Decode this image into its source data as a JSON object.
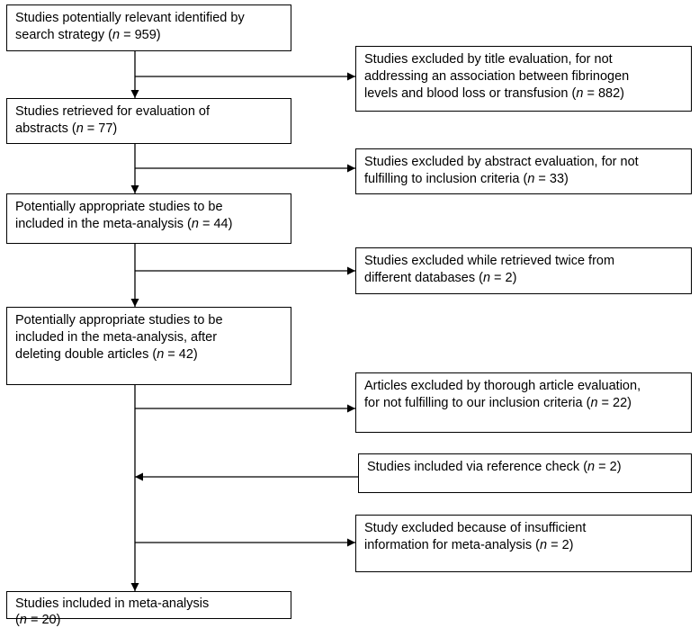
{
  "boxes": [
    {
      "id": "search",
      "lines": [
        [
          "Studies potentially relevant identified by"
        ],
        [
          "search strategy (",
          {
            "i": "n"
          },
          " = 959)"
        ]
      ]
    },
    {
      "id": "excl-title",
      "lines": [
        [
          "Studies excluded by title evaluation, for not"
        ],
        [
          "addressing an association between fibrinogen"
        ],
        [
          "levels and blood loss or transfusion (",
          {
            "i": "n"
          },
          " = 882)"
        ]
      ]
    },
    {
      "id": "retrieved",
      "lines": [
        [
          "Studies retrieved for evaluation of"
        ],
        [
          "abstracts (",
          {
            "i": "n"
          },
          " = 77)"
        ]
      ]
    },
    {
      "id": "excl-abstract",
      "lines": [
        [
          "Studies excluded by abstract evaluation, for not"
        ],
        [
          "fulfilling to inclusion criteria (",
          {
            "i": "n"
          },
          " = 33)"
        ]
      ]
    },
    {
      "id": "appropriate",
      "lines": [
        [
          "Potentially appropriate studies to be"
        ],
        [
          "included in the meta-analysis (",
          {
            "i": "n"
          },
          " = 44)"
        ]
      ]
    },
    {
      "id": "excl-twice",
      "lines": [
        [
          "Studies excluded while retrieved twice from"
        ],
        [
          "different databases (",
          {
            "i": "n"
          },
          " = 2)"
        ]
      ]
    },
    {
      "id": "appropriate-dedup",
      "lines": [
        [
          "Potentially appropriate studies to be"
        ],
        [
          "included in the meta-analysis, after"
        ],
        [
          "deleting double articles (",
          {
            "i": "n"
          },
          " = 42)"
        ]
      ]
    },
    {
      "id": "excl-thorough",
      "lines": [
        [
          "Articles excluded by thorough article evaluation,"
        ],
        [
          "for not fulfilling to our inclusion criteria (",
          {
            "i": "n"
          },
          " = 22)"
        ]
      ]
    },
    {
      "id": "incl-reference",
      "lines": [
        [
          "Studies included via reference check (",
          {
            "i": "n"
          },
          " = 2)"
        ]
      ]
    },
    {
      "id": "excl-insufficient",
      "lines": [
        [
          "Study excluded because of insufficient"
        ],
        [
          "information for meta-analysis (",
          {
            "i": "n"
          },
          " = 2)"
        ]
      ]
    },
    {
      "id": "final",
      "lines": [
        [
          "Studies included in meta-analysis"
        ],
        [
          "(",
          {
            "i": "n"
          },
          " = 20)"
        ]
      ]
    }
  ]
}
